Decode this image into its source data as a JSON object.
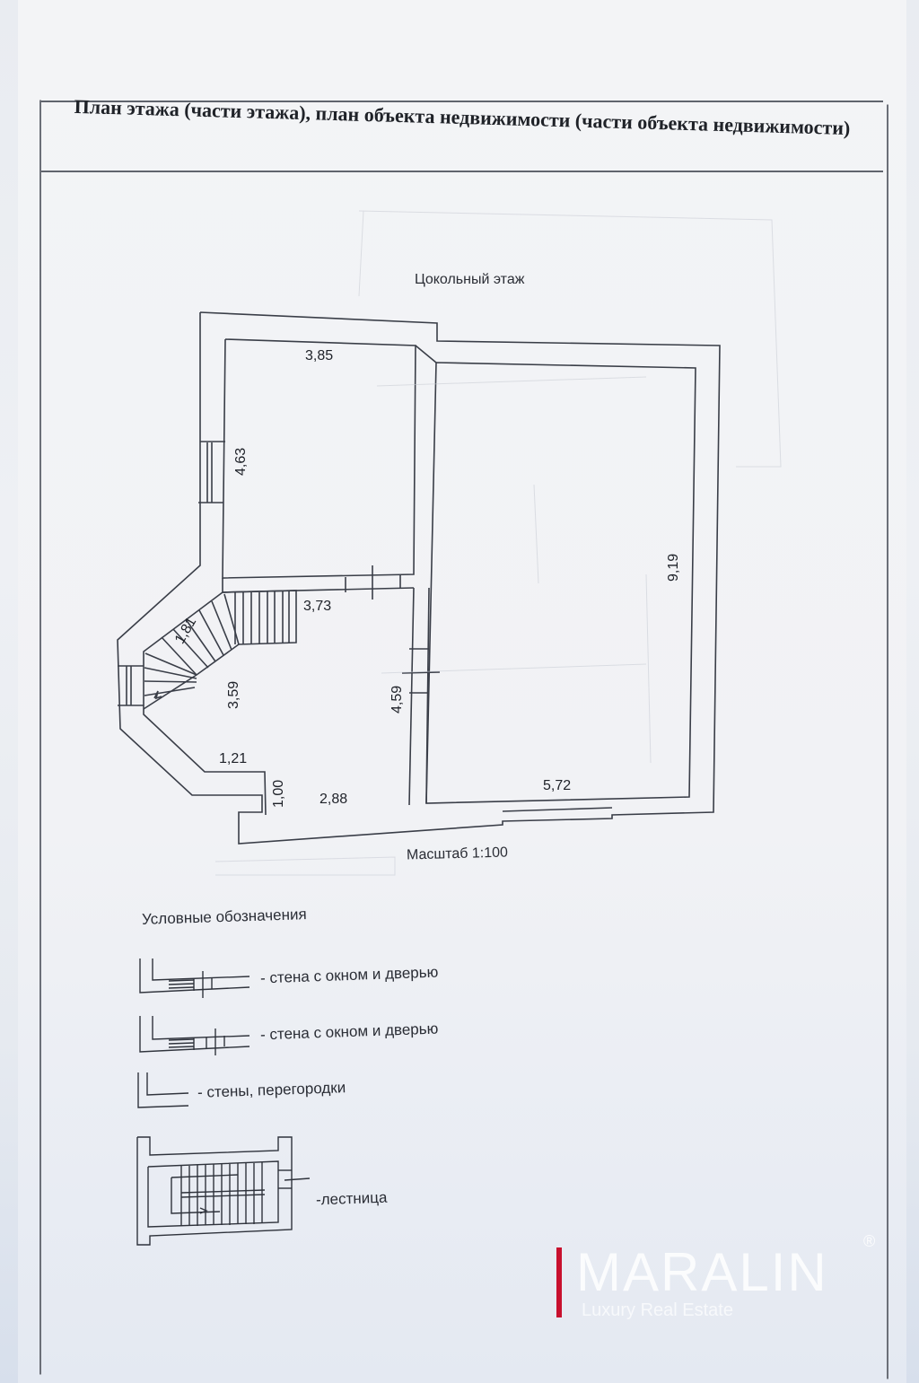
{
  "document": {
    "title": "План этажа (части этажа), план объекта недвижимости (части объекта недвижимости)",
    "floor_name": "Цокольный этаж",
    "scale": "Масштаб 1:100"
  },
  "plan": {
    "dimensions": {
      "room1_width": "3,85",
      "room1_height": "4,63",
      "stair_room_width": "3,73",
      "stair_width": "1,81",
      "stair_room_height": "3,59",
      "corridor_height": "4,59",
      "large_room_height": "9,19",
      "large_room_width": "5,72",
      "niche_width": "1,21",
      "niche_depth": "1,00",
      "bottom_width": "2,88"
    }
  },
  "legend": {
    "title": "Условные обозначения",
    "items": [
      {
        "symbol": "wall-window-door-icon",
        "label": "- стена с окном и дверью"
      },
      {
        "symbol": "wall-window-door-double-icon",
        "label": "- стена с окном и дверью"
      },
      {
        "symbol": "wall-partition-icon",
        "label": "- стены, перегородки"
      },
      {
        "symbol": "staircase-icon",
        "label": "-лестница"
      }
    ]
  },
  "watermark": {
    "brand": "MARALIN",
    "registered": "®",
    "tagline": "Luxury Real Estate",
    "accent_color": "#c8102e"
  }
}
